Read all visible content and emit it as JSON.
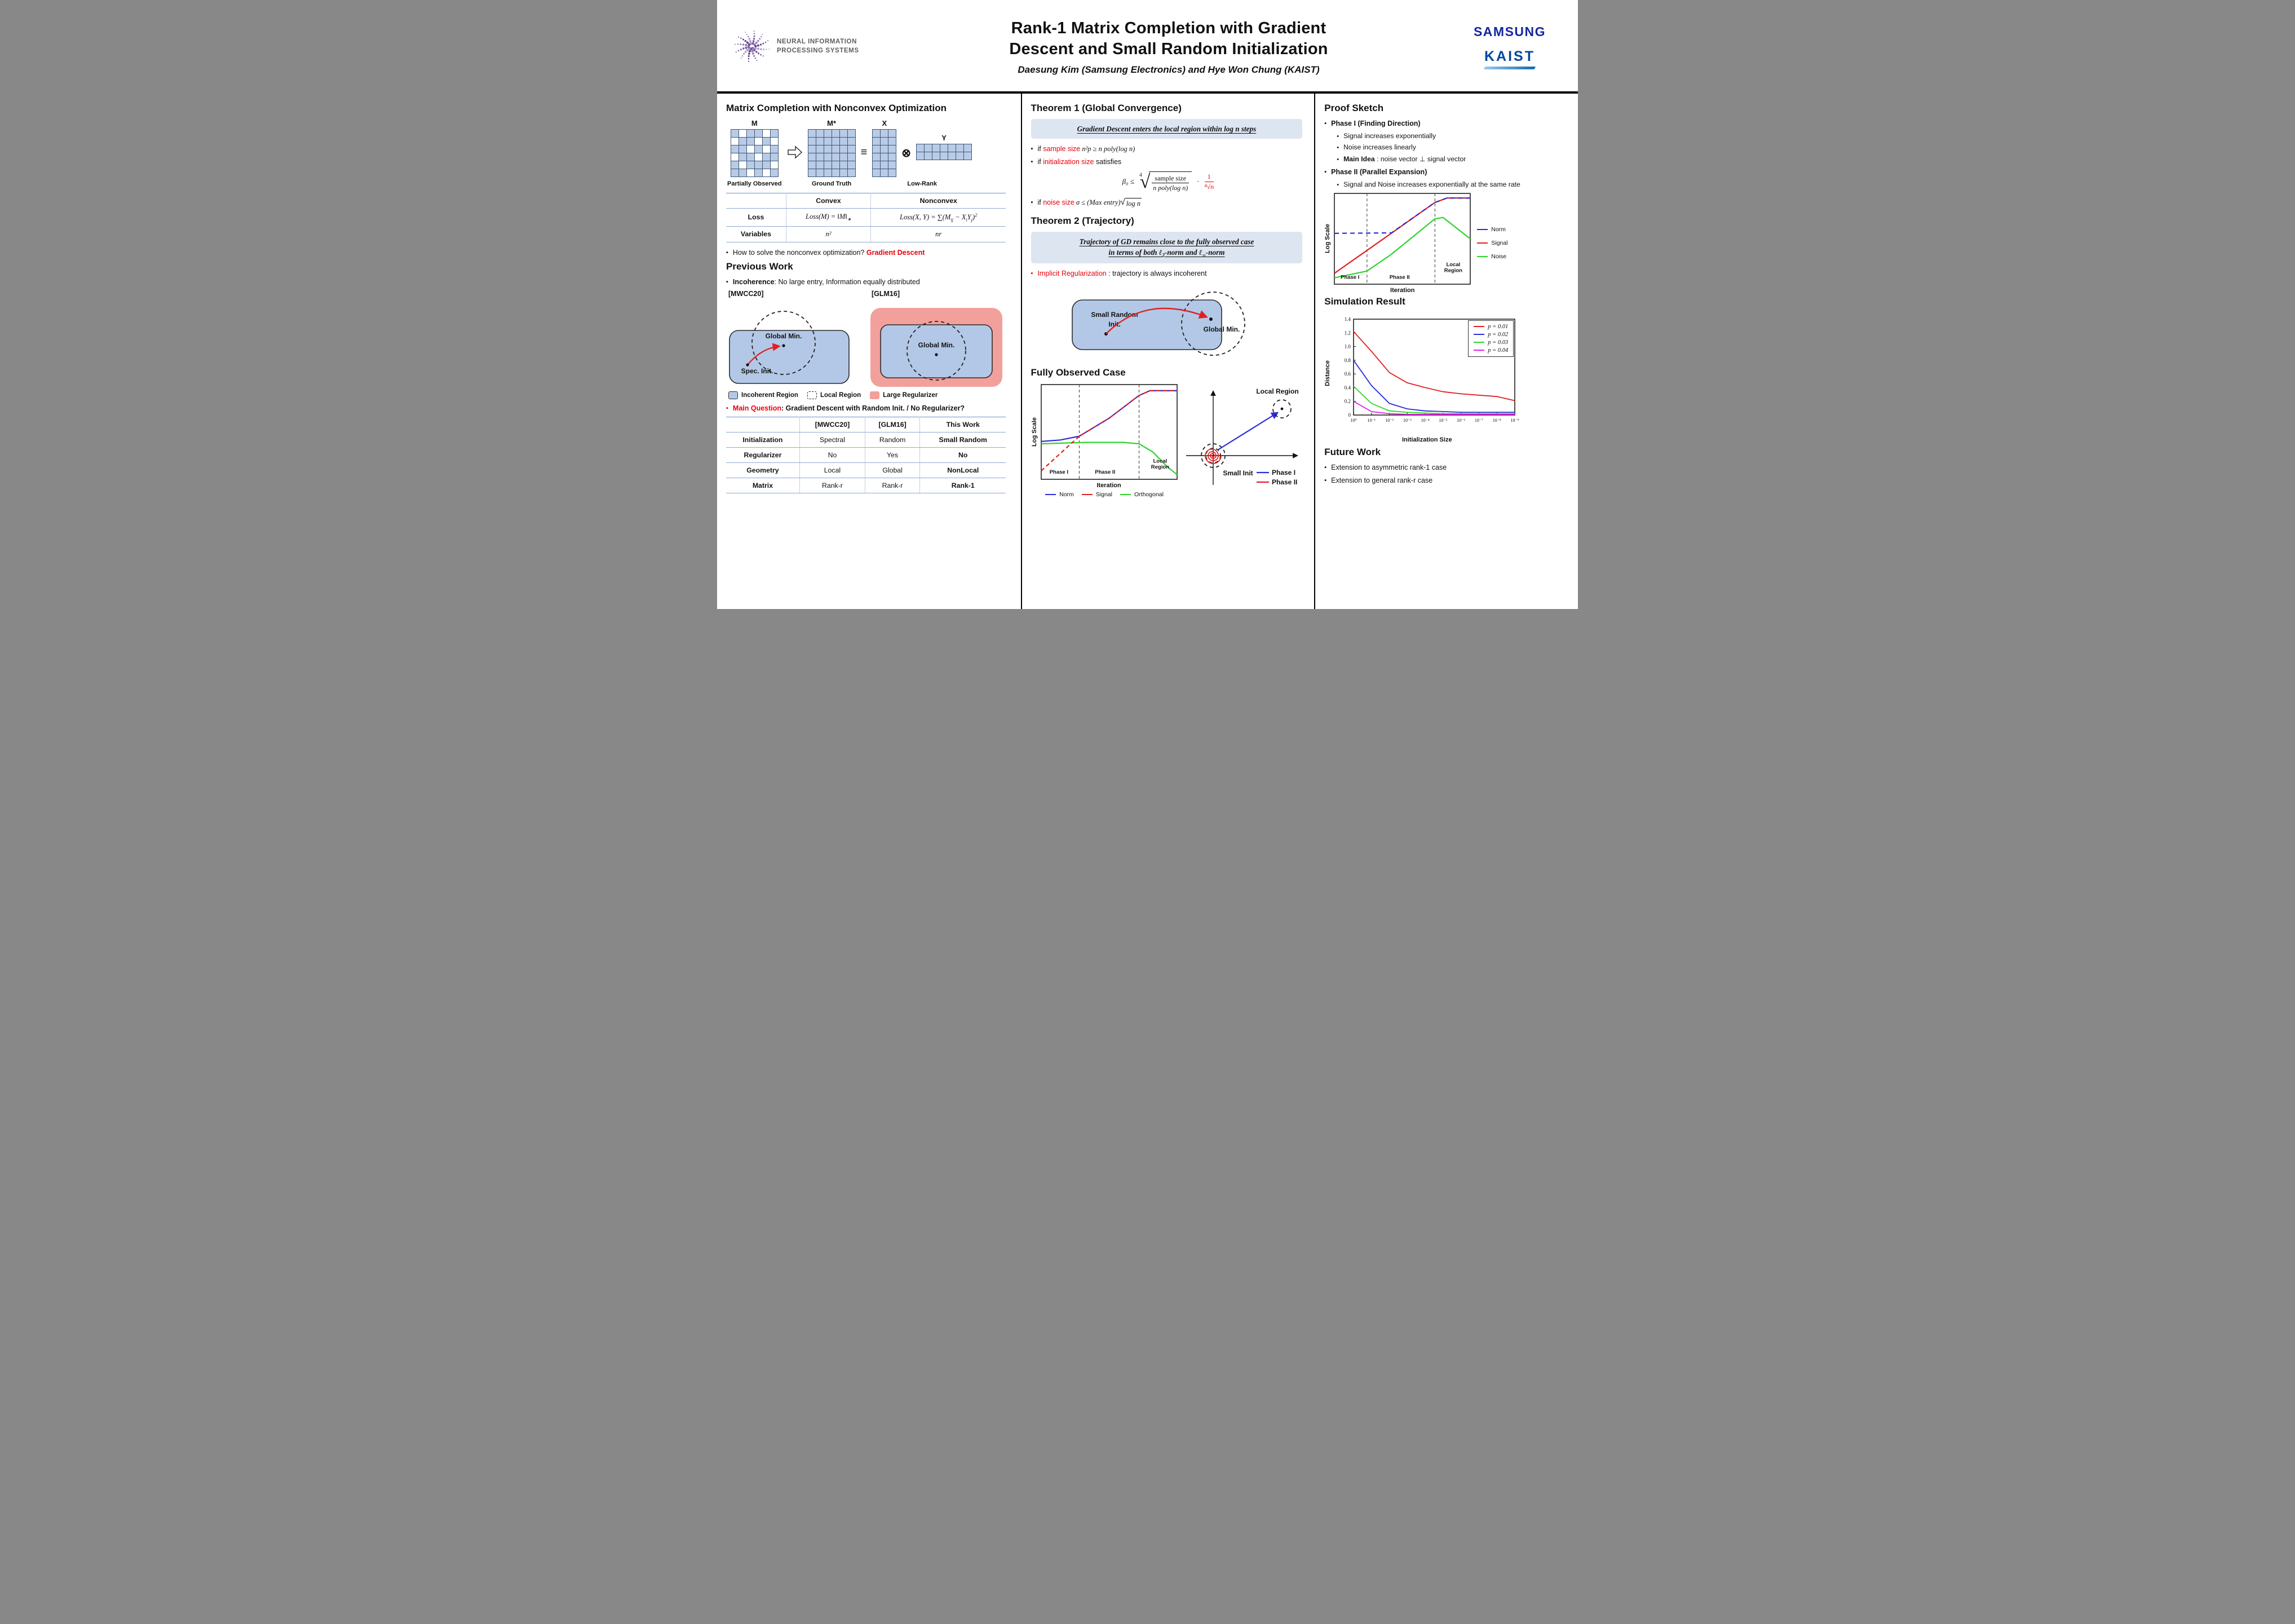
{
  "icons": {
    "sq": "▪",
    "dot": "•"
  },
  "header": {
    "neurips_line1": "NEURAL INFORMATION",
    "neurips_line2": "PROCESSING SYSTEMS",
    "title_line1": "Rank-1 Matrix Completion with Gradient",
    "title_line2": "Descent and Small Random Initialization",
    "authors": "Daesung Kim (Samsung Electronics) and Hye Won Chung (KAIST)",
    "samsung_logo": "SAMSUNG",
    "kaist_logo": "KAIST"
  },
  "col1": {
    "section1_title": "Matrix Completion with Nonconvex Optimization",
    "matrices": {
      "m_label": "M",
      "mstar_label": "M*",
      "x_label": "X",
      "y_label": "Y",
      "m_caption": "Partially Observed",
      "mstar_caption": "Ground Truth",
      "xy_caption": "Low-Rank",
      "m_pattern": [
        "101101",
        "011010",
        "110101",
        "011011",
        "101110",
        "110101"
      ],
      "mstar_size": [
        6,
        6
      ],
      "x_size": [
        6,
        3
      ],
      "y_size": [
        2,
        7
      ],
      "equals": "≡",
      "times": "⊗"
    },
    "loss_table": {
      "col_headers": [
        "Convex",
        "Nonconvex"
      ],
      "loss_label": "Loss",
      "vars_label": "Variables",
      "loss_convex": {
        "p1": "Loss(M) = ‖M‖",
        "sub": "∗"
      },
      "loss_nonconvex": {
        "p1": "Loss(X, Y) = ∑(M",
        "s1": "ij",
        "p2": " − X",
        "s2": "i",
        "p3": "Y",
        "s3": "j",
        "p4": ")",
        "sup": "2"
      },
      "vars_convex": "n²",
      "vars_nonconvex": "nr"
    },
    "gd_question": "How to solve the nonconvex optimization? ",
    "gd_answer": "Gradient Descent",
    "section2_title": "Previous Work",
    "incoherence_term": "Incoherence",
    "incoherence_text": ": No large entry, Information equally distributed",
    "mwcc_label": "[MWCC20]",
    "glm_label": "[GLM16]",
    "global_min": "Global Min.",
    "spec_init": "Spec. Init.",
    "legend_incoherent": "Incoherent Region",
    "legend_local": "Local Region",
    "legend_regularizer": "Large Regularizer",
    "main_question_term": "Main Question",
    "main_question_text": ": Gradient Descent with Random Init. / No Regularizer?",
    "compare_table": {
      "col_headers": [
        "[MWCC20]",
        "[GLM16]",
        "This Work"
      ],
      "rows": [
        {
          "label": "Initialization",
          "values": [
            "Spectral",
            "Random",
            "Small Random"
          ]
        },
        {
          "label": "Regularizer",
          "values": [
            "No",
            "Yes",
            "No"
          ]
        },
        {
          "label": "Geometry",
          "values": [
            "Local",
            "Global",
            "NonLocal"
          ]
        },
        {
          "label": "Matrix",
          "values": [
            "Rank-r",
            "Rank-r",
            "Rank-1"
          ]
        }
      ]
    }
  },
  "col2": {
    "theorem1_title": "Theorem 1 (Global Convergence)",
    "theorem1_statement": "Gradient Descent enters the local region within log n steps",
    "b1_pre": "if ",
    "b1_red": "sample size",
    "b1_math": " n²p ≥ n poly(log n)",
    "b2_pre": "if ",
    "b2_red": "initialization size",
    "b2_post": " satisfies",
    "formula": {
      "lhs": "β₀ ≤",
      "root_index": "4",
      "num": "sample size",
      "den": "n poly(log n)",
      "dot": "·",
      "red_num": "1",
      "red_den": "⁴√n"
    },
    "b3_pre": "if ",
    "b3_red": "noise size",
    "b3_math": " σ ≤ (Max entry)",
    "b3_sqrt": "log n",
    "theorem2_title": "Theorem 2 (Trajectory)",
    "theorem2_line1": "Trajectory of GD remains close to the fully observed case",
    "t2_p1": "in terms of both ℓ",
    "t2_s1": "2",
    "t2_p2": "-norm and ℓ",
    "t2_s2": "∞",
    "t2_p3": "-norm",
    "implicit_term": "Implicit Regularization",
    "implicit_text": " : trajectory is always incoherent",
    "traj_init_l1": "Small Random",
    "traj_init_l2": "Init.",
    "traj_global_min": "Global Min.",
    "fully_observed_title": "Fully Observed Case",
    "spiral": {
      "local_region": "Local Region",
      "small_init": "Small Init",
      "legend": [
        {
          "label": "Phase I",
          "color": "#2b2bd6"
        },
        {
          "label": "Phase II",
          "color": "#e02020"
        }
      ]
    }
  },
  "col3": {
    "proof_title": "Proof Sketch",
    "phase1_title": "Phase I (Finding Direction)",
    "phase1_items": [
      "Signal increases exponentially",
      "Noise increases linearly"
    ],
    "main_idea_term": "Main Idea",
    "main_idea_text": " : noise vector ⊥ signal vector",
    "phase2_title": "Phase II (Parallel Expansion)",
    "phase2_item": "Signal and Noise increases exponentially at the same rate",
    "simulation_title": "Simulation Result",
    "future_title": "Future Work",
    "future_items": [
      "Extension to asymmetric rank-1 case",
      "Extension to general rank-r case"
    ]
  },
  "chart_data": [
    {
      "id": "fully-observed",
      "type": "line",
      "xlabel": "Iteration",
      "ylabel": "Log Scale",
      "xlim": [
        0,
        1
      ],
      "ylim": [
        0,
        1
      ],
      "phase_lines_x": [
        0.28,
        0.72
      ],
      "labels": [
        {
          "text": "Phase I",
          "x": 0.13,
          "y": 0.06
        },
        {
          "text": "Phase II",
          "x": 0.47,
          "y": 0.06
        },
        {
          "text": "Local\nRegion",
          "x": 0.875,
          "y": 0.175
        }
      ],
      "series": [
        {
          "name": "Norm",
          "color": "#2b2bd6",
          "width": 2.2,
          "points": [
            [
              0,
              0.4
            ],
            [
              0.14,
              0.415
            ],
            [
              0.28,
              0.455
            ],
            [
              0.5,
              0.645
            ],
            [
              0.72,
              0.885
            ],
            [
              0.8,
              0.935
            ],
            [
              1,
              0.935
            ]
          ]
        },
        {
          "name": "Orthogonal",
          "color": "#2fd32f",
          "width": 2.2,
          "points": [
            [
              0,
              0.375
            ],
            [
              0.33,
              0.39
            ],
            [
              0.6,
              0.39
            ],
            [
              0.72,
              0.375
            ],
            [
              0.82,
              0.29
            ],
            [
              0.93,
              0.13
            ],
            [
              1,
              0.05
            ]
          ]
        },
        {
          "name": "Signal",
          "color": "#e02020",
          "width": 2.2,
          "dash": "7,5",
          "points": [
            [
              0,
              0.09
            ],
            [
              0.28,
              0.455
            ],
            [
              0.5,
              0.645
            ],
            [
              0.72,
              0.885
            ],
            [
              0.8,
              0.935
            ],
            [
              1,
              0.935
            ]
          ]
        }
      ],
      "legend_items": [
        {
          "label": "Norm",
          "color": "#2b2bd6"
        },
        {
          "label": "Signal",
          "color": "#e02020"
        },
        {
          "label": "Orthogonal",
          "color": "#2fd32f"
        }
      ]
    },
    {
      "id": "proof-sketch",
      "type": "line",
      "xlabel": "Iteration",
      "ylabel": "Log Scale",
      "xlim": [
        0,
        1
      ],
      "ylim": [
        0,
        1
      ],
      "phase_lines_x": [
        0.24,
        0.74
      ],
      "labels": [
        {
          "text": "Phase I",
          "x": 0.115,
          "y": 0.06
        },
        {
          "text": "Phase II",
          "x": 0.48,
          "y": 0.06
        },
        {
          "text": "Local\nRegion",
          "x": 0.875,
          "y": 0.2
        }
      ],
      "series": [
        {
          "name": "Signal",
          "color": "#e02020",
          "width": 2.2,
          "points": [
            [
              0,
              0.12
            ],
            [
              0.38,
              0.52
            ],
            [
              0.74,
              0.9
            ],
            [
              0.83,
              0.95
            ],
            [
              1,
              0.95
            ]
          ]
        },
        {
          "name": "Noise",
          "color": "#2fd32f",
          "width": 2.2,
          "points": [
            [
              0,
              0.07
            ],
            [
              0.24,
              0.145
            ],
            [
              0.42,
              0.33
            ],
            [
              0.74,
              0.72
            ],
            [
              0.8,
              0.735
            ],
            [
              1,
              0.5
            ]
          ]
        },
        {
          "name": "Norm",
          "color": "#2b2bd6",
          "width": 2.2,
          "dash": "8,6",
          "points": [
            [
              0,
              0.56
            ],
            [
              0.42,
              0.565
            ],
            [
              0.74,
              0.9
            ],
            [
              0.83,
              0.95
            ],
            [
              1,
              0.95
            ]
          ]
        }
      ],
      "legend_items": [
        {
          "label": "Norm",
          "color": "#2b2bd6"
        },
        {
          "label": "Signal",
          "color": "#e02020"
        },
        {
          "label": "Noise",
          "color": "#2fd32f"
        }
      ]
    },
    {
      "id": "simulation",
      "type": "line",
      "xlabel": "Initialization Size",
      "ylabel": "Distance",
      "xlim": [
        0,
        9
      ],
      "ylim": [
        0,
        1.4
      ],
      "pad": {
        "l": 36,
        "r": 10,
        "t": 12,
        "b": 30
      },
      "x_tick_labels": [
        "10⁰",
        "10⁻¹",
        "10⁻²",
        "10⁻³",
        "10⁻⁴",
        "10⁻⁵",
        "10⁻⁶",
        "10⁻⁷",
        "10⁻⁸",
        "10⁻⁹"
      ],
      "y_ticks": [
        [
          0,
          "0"
        ],
        [
          0.2,
          "0.2"
        ],
        [
          0.4,
          "0.4"
        ],
        [
          0.6,
          "0.6"
        ],
        [
          0.8,
          "0.8"
        ],
        [
          1.0,
          "1.0"
        ],
        [
          1.2,
          "1.2"
        ],
        [
          1.4,
          "1.4"
        ]
      ],
      "series": [
        {
          "name": "p = 0.01",
          "color": "#e02020",
          "width": 1.8,
          "values": [
            1.22,
            0.93,
            0.62,
            0.47,
            0.4,
            0.34,
            0.31,
            0.29,
            0.27,
            0.21
          ]
        },
        {
          "name": "p = 0.02",
          "color": "#2b2bd6",
          "width": 1.8,
          "values": [
            0.8,
            0.43,
            0.17,
            0.09,
            0.06,
            0.05,
            0.04,
            0.04,
            0.04,
            0.04
          ]
        },
        {
          "name": "p = 0.03",
          "color": "#2fd32f",
          "width": 1.8,
          "values": [
            0.42,
            0.17,
            0.06,
            0.04,
            0.03,
            0.02,
            0.02,
            0.02,
            0.02,
            0.02
          ]
        },
        {
          "name": "p = 0.04",
          "color": "#e620e6",
          "width": 1.8,
          "values": [
            0.2,
            0.05,
            0.02,
            0.01,
            0.01,
            0.01,
            0.01,
            0.01,
            0.01,
            0.01
          ]
        }
      ],
      "legend_items": [
        {
          "label": "p = 0.01",
          "color": "#e02020"
        },
        {
          "label": "p = 0.02",
          "color": "#2b2bd6"
        },
        {
          "label": "p = 0.03",
          "color": "#2fd32f"
        },
        {
          "label": "p = 0.04",
          "color": "#e620e6"
        }
      ]
    }
  ]
}
